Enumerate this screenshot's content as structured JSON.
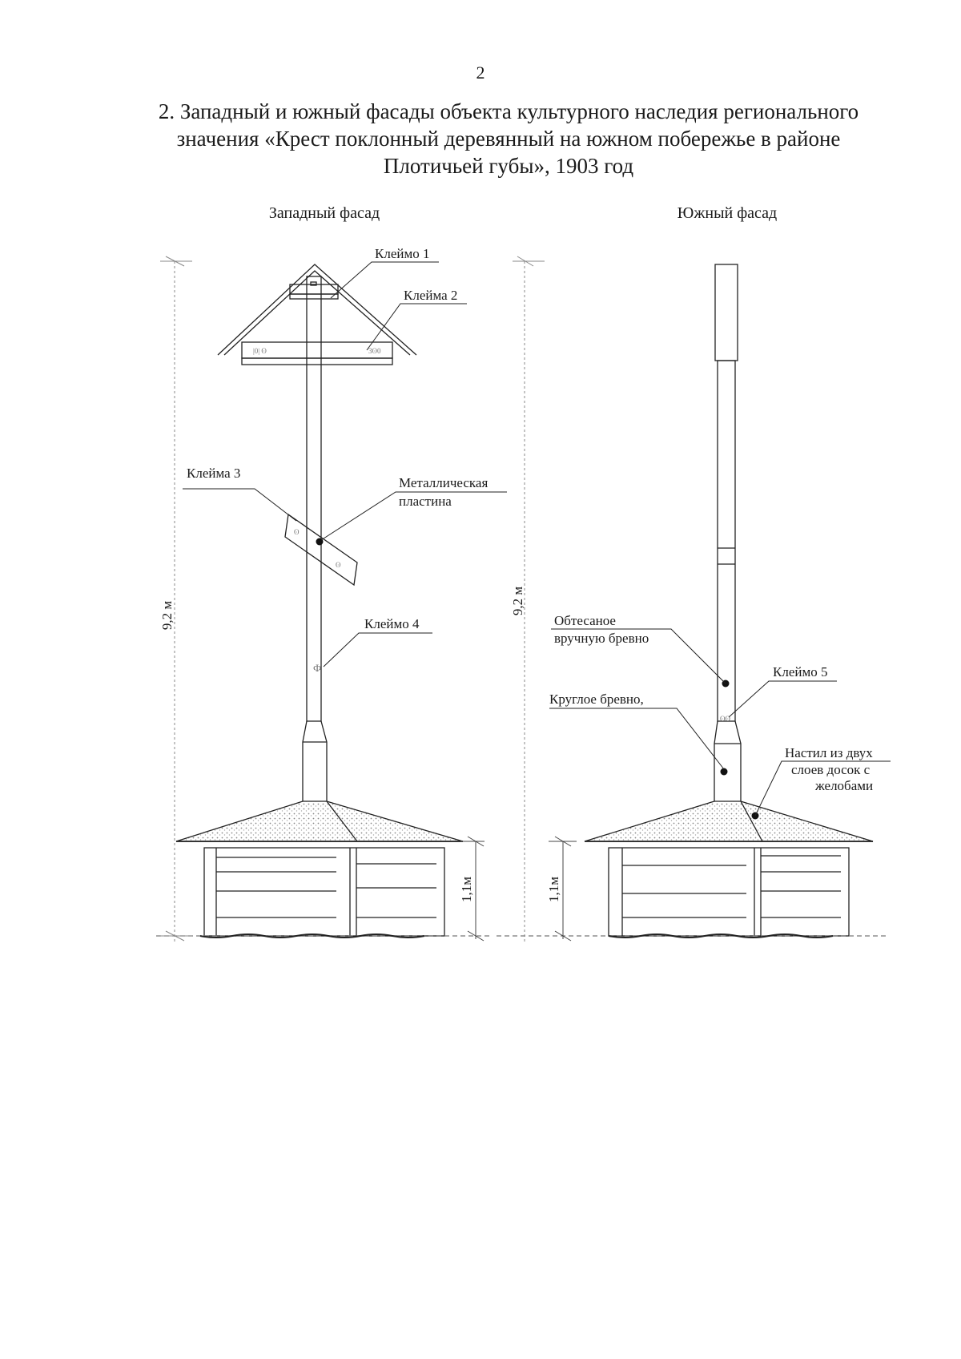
{
  "page": {
    "number": "2"
  },
  "title": {
    "line1": "2. Западный и южный фасады объекта культурного наследия регионального",
    "line2": "значения «Крест поклонный деревянный на южном побережье в районе",
    "line3": "Плотичьей губы», 1903 год"
  },
  "west": {
    "heading": "Западный фасад",
    "labels": {
      "klejmo1": "Клеймо 1",
      "klejma2": "Клейма 2",
      "klejma3": "Клейма 3",
      "metal1": "Металлическая",
      "metal2": "пластина",
      "klejmo4": "Клеймо 4"
    },
    "dims": {
      "height": "9,2 м",
      "base": "1,1м"
    }
  },
  "south": {
    "heading": "Южный фасад",
    "labels": {
      "obtes1": "Обтесаное",
      "obtes2": "вручную бревно",
      "klejmo5": "Клеймо 5",
      "krugloe": "Круглое бревно,",
      "nastil1": "Настил из двух",
      "nastil2": "слоев досок с",
      "nastil3": "желобами"
    },
    "dims": {
      "height": "9,2 м",
      "base": "1,1м"
    }
  }
}
